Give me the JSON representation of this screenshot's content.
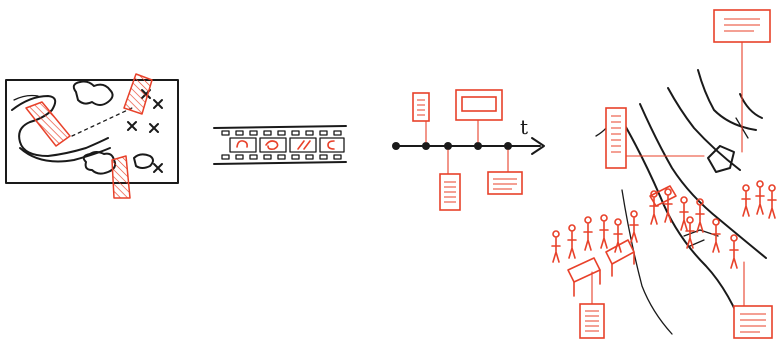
{
  "colors": {
    "ink": "#1a1a1a",
    "accent": "#e8412a",
    "background": "#ffffff"
  },
  "panels": [
    {
      "id": "map",
      "icon": "annotated-map-icon"
    },
    {
      "id": "filmstrip",
      "icon": "film-strip-icon"
    },
    {
      "id": "timeline",
      "icon": "timeline-icon",
      "axis_label": "t"
    },
    {
      "id": "scene",
      "icon": "crowd-scene-icon"
    }
  ]
}
